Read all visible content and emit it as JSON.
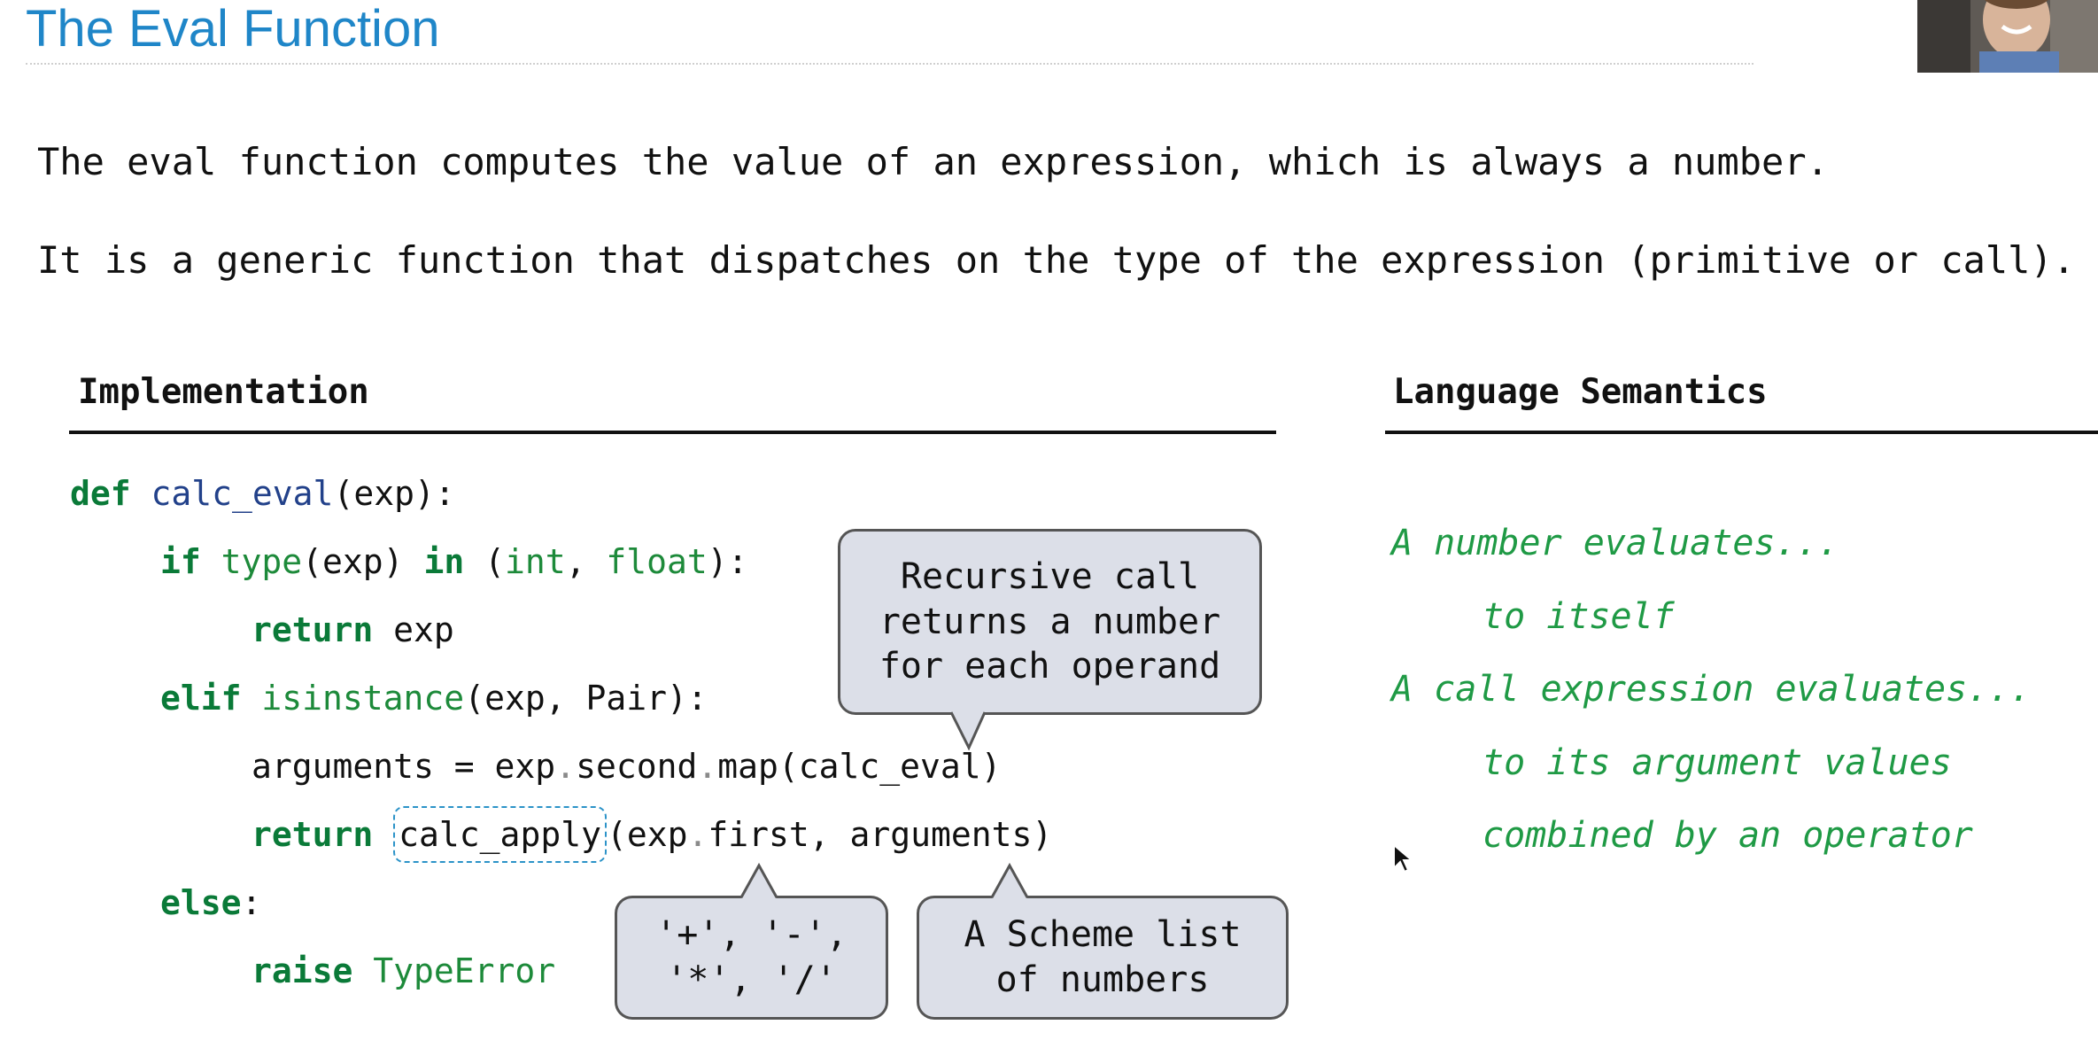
{
  "slide": {
    "title": "The Eval Function",
    "intro": [
      "The eval function computes the value of an expression, which is always a number.",
      "It is a generic function that dispatches on the type of the expression (primitive or call)."
    ]
  },
  "implementation": {
    "heading": "Implementation",
    "code": {
      "l1_def": "def",
      "l1_name": "calc_eval",
      "l1_rest": "(exp):",
      "l2_if": "if",
      "l2_type": "type",
      "l2_a": "(exp) ",
      "l2_in": "in",
      "l2_b": " (",
      "l2_int": "int",
      "l2_c": ", ",
      "l2_float": "float",
      "l2_d": "):",
      "l3_return": "return",
      "l3_rest": " exp",
      "l4_elif": "elif",
      "l4_isinstance": "isinstance",
      "l4_rest": "(exp, Pair):",
      "l5_a": "arguments = exp",
      "l5_dot1": ".",
      "l5_b": "second",
      "l5_dot2": ".",
      "l5_c": "map(calc_eval)",
      "l6_return": "return",
      "l6_apply": "calc_apply",
      "l6_a": "(exp",
      "l6_dot": ".",
      "l6_b": "first, arguments)",
      "l7_else": "else",
      "l7_colon": ":",
      "l8_raise": "raise",
      "l8_error": "TypeError"
    },
    "callouts": {
      "recursive": "Recursive call\nreturns a number\nfor each operand",
      "operators": "'+', '-',\n'*', '/'",
      "scheme_list": "A Scheme list\nof numbers"
    }
  },
  "semantics": {
    "heading": "Language Semantics",
    "lines": [
      "A number evaluates...",
      "to itself",
      "A call expression evaluates...",
      "to its argument values",
      "combined by an operator"
    ]
  },
  "colors": {
    "title": "#1f86c8",
    "keyword": "#0a7a38",
    "semantics": "#1f9a45",
    "callout_fill": "#dcdfe8",
    "highlight_border": "#2c93c8"
  },
  "icons": [
    "presenter-webcam-thumbnail",
    "mouse-cursor-icon"
  ]
}
